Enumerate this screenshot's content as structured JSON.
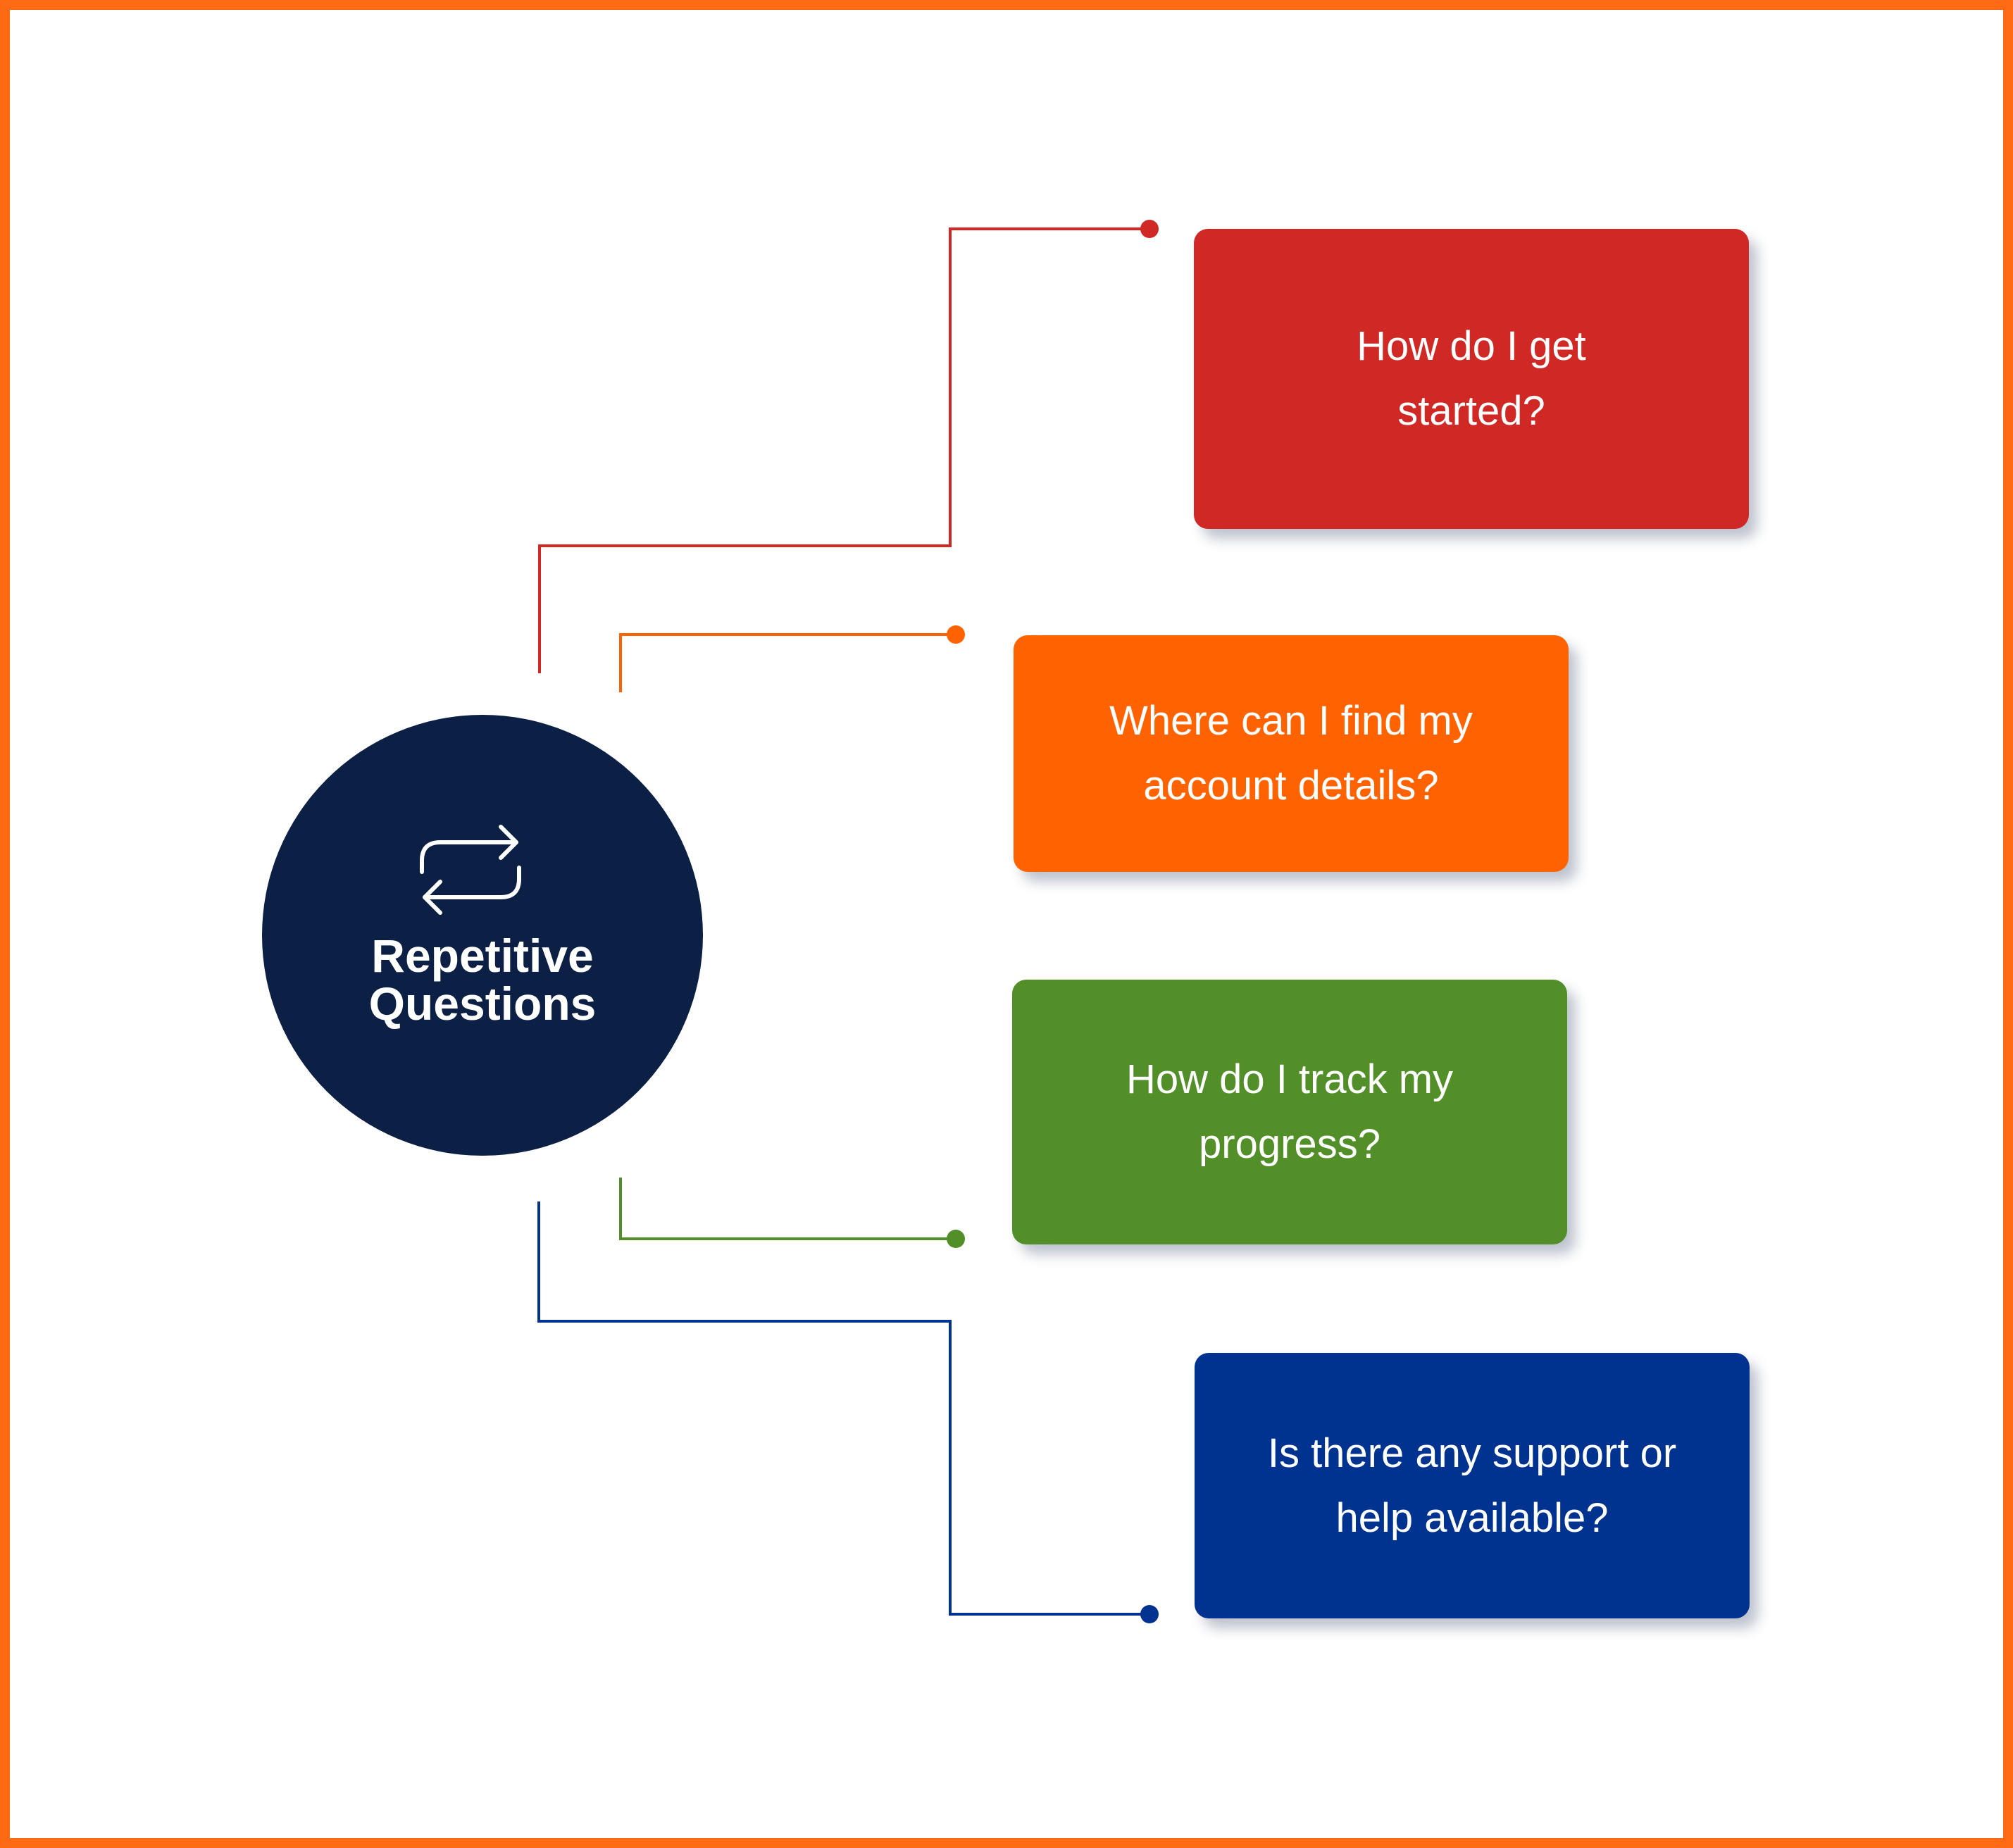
{
  "hub": {
    "title_line1": "Repetitive",
    "title_line2": "Questions",
    "icon": "repeat-arrows-icon",
    "color": "#0c1f45"
  },
  "frame_color": "#ff6a13",
  "questions": [
    {
      "line1": "How do I get",
      "line2": "started?",
      "color": "#cf2825"
    },
    {
      "line1": "Where can I find my",
      "line2": "account details?",
      "color": "#ff6200"
    },
    {
      "line1": "How do I track my",
      "line2": "progress?",
      "color": "#528f28"
    },
    {
      "line1": "Is there any support or",
      "line2": "help available?",
      "color": "#00328f"
    }
  ]
}
